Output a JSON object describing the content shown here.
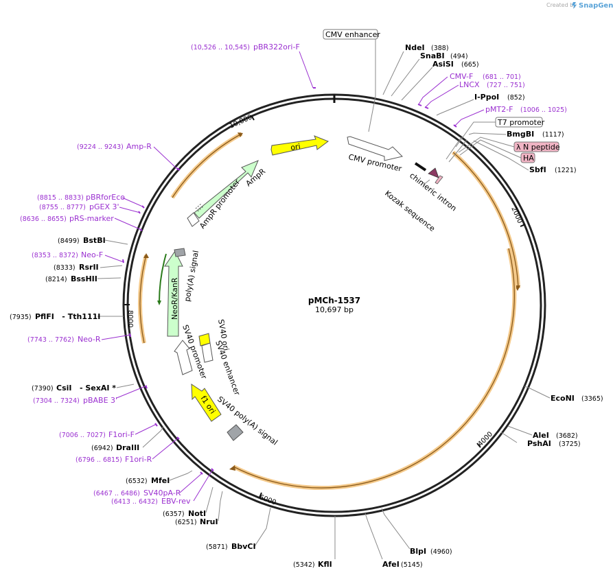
{
  "header": {
    "created_by": "Created by",
    "brand": "SnapGene"
  },
  "plasmid": {
    "name": "pMCh-1537",
    "size_label": "10,697 bp",
    "length_bp": 10697
  },
  "ticks": [
    {
      "bp": 2000,
      "label": "2000"
    },
    {
      "bp": 4000,
      "label": "4000"
    },
    {
      "bp": 6000,
      "label": "6000"
    },
    {
      "bp": 8000,
      "label": "8000"
    },
    {
      "bp": 10000,
      "label": "10,000"
    }
  ],
  "enzymes": [
    {
      "name": "NdeI",
      "pos": "(388)"
    },
    {
      "name": "SnaBI",
      "pos": "(494)"
    },
    {
      "name": "AsiSI",
      "pos": "(665)"
    },
    {
      "name": "I-PpoI",
      "pos": "(852)"
    },
    {
      "name": "BmgBI",
      "pos": "(1117)"
    },
    {
      "name": "SbfI",
      "pos": "(1221)"
    },
    {
      "name": "EcoNI",
      "pos": "(3365)"
    },
    {
      "name": "AleI",
      "pos": "(3682)"
    },
    {
      "name": "PshAI",
      "pos": "(3725)"
    },
    {
      "name": "BlpI",
      "pos": "(4960)"
    },
    {
      "name": "AfeI",
      "pos": "(5145)"
    },
    {
      "name": "KflI",
      "pos": "(5342)"
    },
    {
      "name": "BbvCI",
      "pos": "(5871)"
    },
    {
      "name": "NruI",
      "pos": "(6251)"
    },
    {
      "name": "NotI",
      "pos": "(6357)"
    },
    {
      "name": "MfeI",
      "pos": "(6532)"
    },
    {
      "name": "DraIII",
      "pos": "(6942)"
    },
    {
      "name": "CsiI   - SexAI *",
      "pos": "(7390)"
    },
    {
      "name": "PflFI   - Tth111I",
      "pos": "(7935)"
    },
    {
      "name": "BssHII",
      "pos": "(8214)"
    },
    {
      "name": "RsrII",
      "pos": "(8333)"
    },
    {
      "name": "BstBI",
      "pos": "(8499)"
    }
  ],
  "primers": [
    {
      "name": "pBR322ori-F",
      "pos": "(10,526 .. 10,545)"
    },
    {
      "name": "CMV-F",
      "pos": "(681 .. 701)"
    },
    {
      "name": "LNCX",
      "pos": "(727 .. 751)"
    },
    {
      "name": "pMT2-F",
      "pos": "(1006 .. 1025)"
    },
    {
      "name": "Amp-R",
      "pos": "(9224 .. 9243)"
    },
    {
      "name": "pBRforEco",
      "pos": "(8815 .. 8833)"
    },
    {
      "name": "pGEX 3'",
      "pos": "(8755 .. 8777)"
    },
    {
      "name": "pRS-marker",
      "pos": "(8636 .. 8655)"
    },
    {
      "name": "Neo-F",
      "pos": "(8353 .. 8372)"
    },
    {
      "name": "Neo-R",
      "pos": "(7743 .. 7762)"
    },
    {
      "name": "pBABE 3'",
      "pos": "(7304 .. 7324)"
    },
    {
      "name": "F1ori-F",
      "pos": "(7006 .. 7027)"
    },
    {
      "name": "F1ori-R",
      "pos": "(6796 .. 6815)"
    },
    {
      "name": "SV40pA-R",
      "pos": "(6467 .. 6486)"
    },
    {
      "name": "EBV-rev",
      "pos": "(6413 .. 6432)"
    }
  ],
  "boxed_features": [
    {
      "name": "CMV enhancer"
    },
    {
      "name": "T7 promoter"
    },
    {
      "name": "λ N peptide"
    },
    {
      "name": "HA"
    }
  ],
  "features": [
    {
      "name": "ori"
    },
    {
      "name": "CMV promoter"
    },
    {
      "name": "chimeric intron"
    },
    {
      "name": "Kozak sequence"
    },
    {
      "name": "AmpR"
    },
    {
      "name": "AmpR promoter"
    },
    {
      "name": "NeoR/KanR"
    },
    {
      "name": "poly(A) signal"
    },
    {
      "name": "SV40 ori"
    },
    {
      "name": "SV40 enhancer"
    },
    {
      "name": "SV40 promoter"
    },
    {
      "name": "f1 ori"
    },
    {
      "name": "SV40 poly(A) signal"
    }
  ],
  "colors": {
    "backbone": "#222222",
    "primer": "#9a2fd0",
    "ori": "#ffff00",
    "amp": "#ccffcc",
    "arc": "#f4c98a",
    "boxed_pink": "#f0b4c4",
    "polyA": "#a0a4a8",
    "kozak": "#8b3a62"
  }
}
